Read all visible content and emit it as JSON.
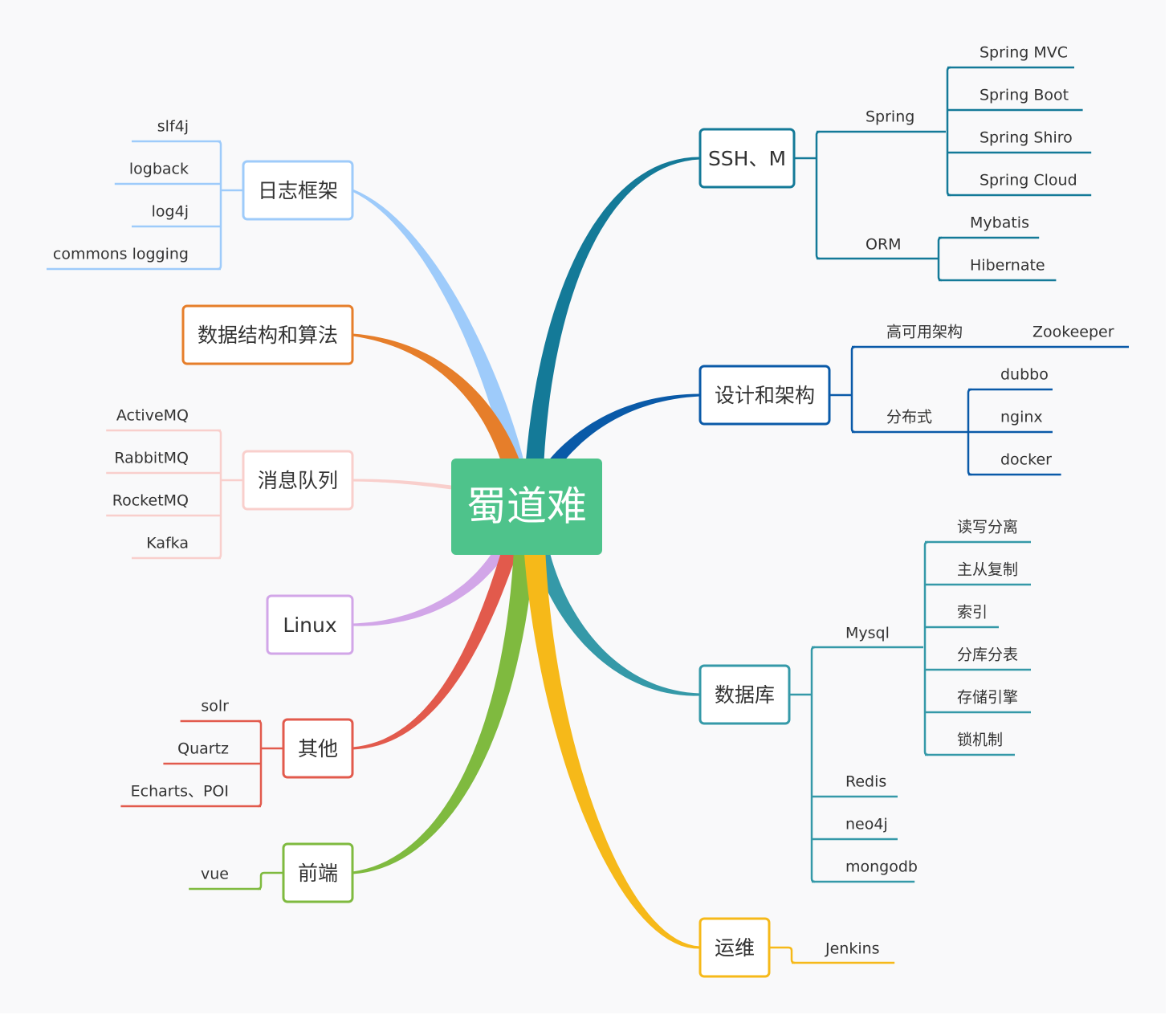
{
  "root": {
    "label": "蜀道难",
    "color": "#4ec38b"
  },
  "left_branches": [
    {
      "label": "日志框架",
      "color": "#9ecbfa",
      "children": [
        "slf4j",
        "logback",
        "log4j",
        "commons logging"
      ]
    },
    {
      "label": "数据结构和算法",
      "color": "#e67e2a",
      "children": []
    },
    {
      "label": "消息队列",
      "color": "#f9cfcc",
      "children": [
        "ActiveMQ",
        "RabbitMQ",
        "RocketMQ",
        "Kafka"
      ]
    },
    {
      "label": "Linux",
      "color": "#d2a6e8",
      "children": []
    },
    {
      "label": "其他",
      "color": "#e25a4c",
      "children": [
        "solr",
        "Quartz",
        "Echarts、POI"
      ]
    },
    {
      "label": "前端",
      "color": "#7fba3f",
      "children": [
        "vue"
      ]
    }
  ],
  "right_branches": [
    {
      "label": "SSH、M",
      "color": "#147a98",
      "children": [
        {
          "label": "Spring",
          "children": [
            "Spring MVC",
            "Spring Boot",
            "Spring Shiro",
            "Spring Cloud"
          ]
        },
        {
          "label": "ORM",
          "children": [
            "Mybatis",
            "Hibernate"
          ]
        }
      ]
    },
    {
      "label": "设计和架构",
      "color": "#0a5aa8",
      "children": [
        {
          "label": "高可用架构",
          "children": [
            "Zookeeper"
          ]
        },
        {
          "label": "分布式",
          "children": [
            "dubbo",
            "nginx",
            "docker"
          ]
        }
      ]
    },
    {
      "label": "数据库",
      "color": "#3599a8",
      "children": [
        {
          "label": "Mysql",
          "children": [
            "读写分离",
            "主从复制",
            "索引",
            "分库分表",
            "存储引擎",
            "锁机制"
          ]
        },
        {
          "label": "Redis",
          "children": []
        },
        {
          "label": "neo4j",
          "children": []
        },
        {
          "label": "mongodb",
          "children": []
        }
      ]
    },
    {
      "label": "运维",
      "color": "#f6b919",
      "children": [
        {
          "label": "Jenkins",
          "children": []
        }
      ]
    }
  ]
}
